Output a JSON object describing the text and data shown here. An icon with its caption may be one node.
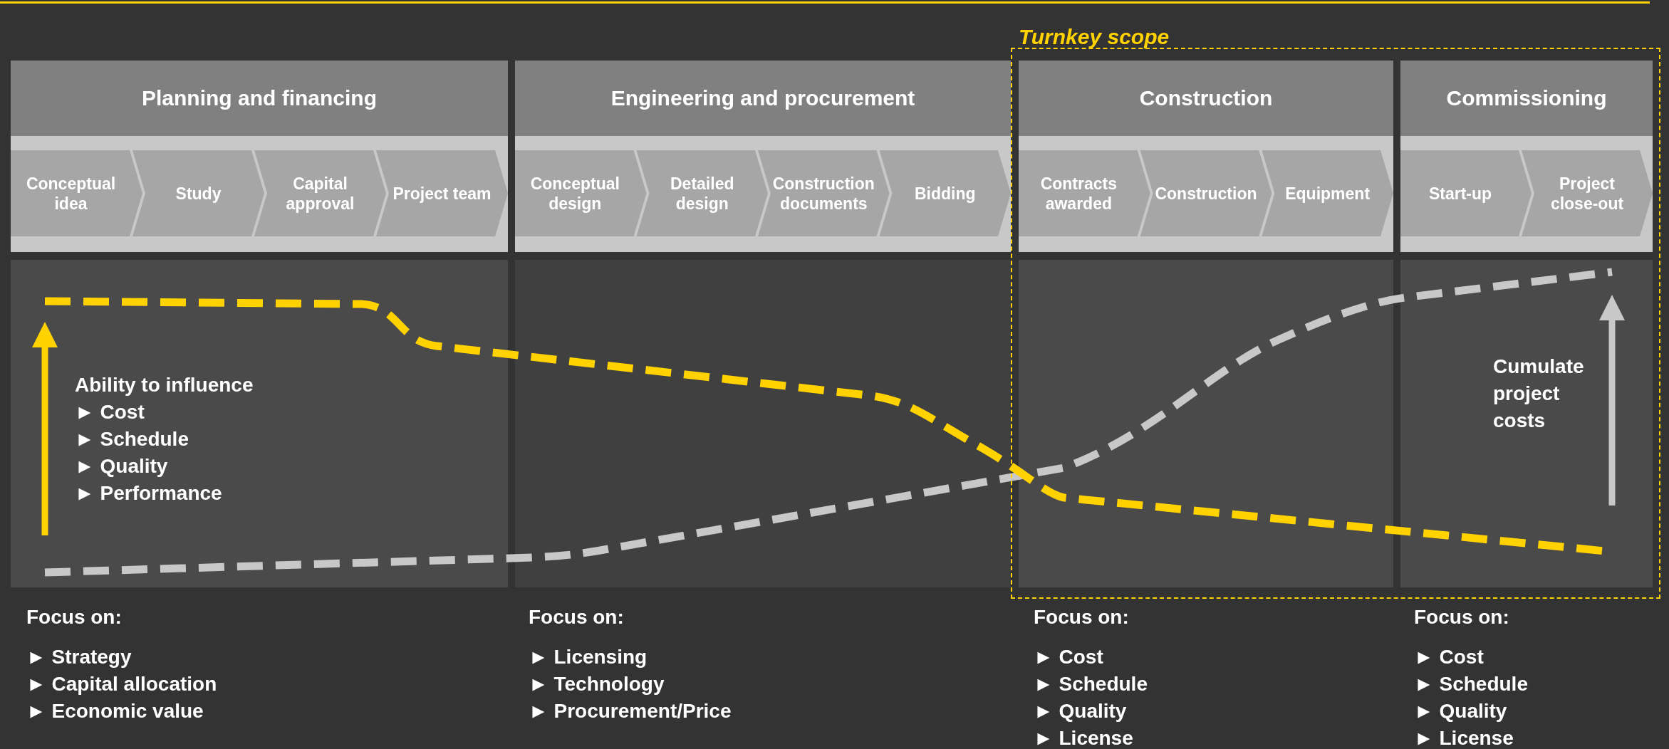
{
  "diagram": {
    "nodes": [
      {
        "text": [
          "Planning and financing"
        ]
      },
      {
        "text": [
          "Conceptual idea"
        ],
        "in": 0
      },
      {
        "text": [
          "Study"
        ],
        "in": 0
      },
      {
        "text": [
          "Capital approval"
        ],
        "in": 0
      },
      {
        "text": [
          "Project team"
        ],
        "in": 0
      },
      {
        "text": [
          "Engineering and procurement"
        ]
      },
      {
        "text": [
          "Conceptual design"
        ],
        "in": 5
      },
      {
        "text": [
          "Detailed design"
        ],
        "in": 5
      },
      {
        "text": [
          "Construction documents"
        ],
        "in": 5
      },
      {
        "text": [
          "Bidding"
        ],
        "in": 5
      },
      {
        "text": [
          "Turnkey scope"
        ]
      },
      {
        "text": [
          "Construction"
        ],
        "in": 10
      },
      {
        "text": [
          "Contracts awarded"
        ],
        "in": 11
      },
      {
        "text": [
          "Construction"
        ],
        "in": 11
      },
      {
        "text": [
          "Equipment"
        ],
        "in": 11
      },
      {
        "text": [
          "Commissioning"
        ],
        "in": 10
      },
      {
        "text": [
          "Start-up"
        ],
        "in": 15
      },
      {
        "text": [
          "Project close-out"
        ],
        "in": 15
      }
    ],
    "edges": [],
    "labels": [
      "Ability to influence",
      "► Cost",
      "► Schedule",
      "► Quality",
      "► Performance",
      "Cumulate project costs",
      "Focus on:",
      "► Strategy",
      "► Capital allocation",
      "► Economic value",
      "Focus on:",
      "► Licensing",
      "► Technology",
      "► Procurement/Price",
      "Focus on:",
      "► Cost",
      "► Schedule",
      "► Quality",
      "► License",
      "Focus on:",
      "► Cost",
      "► Schedule",
      "► Quality",
      "► License"
    ]
  }
}
